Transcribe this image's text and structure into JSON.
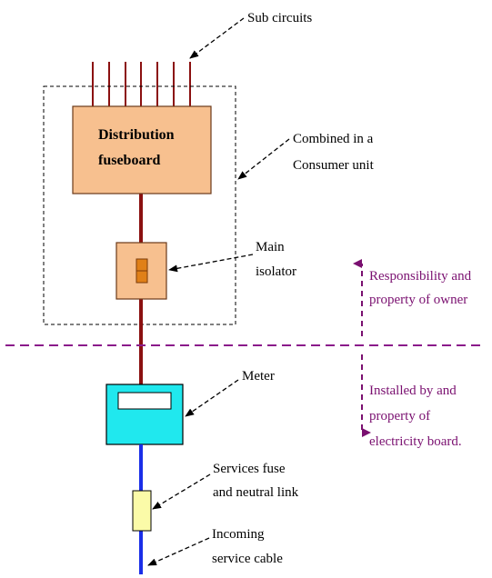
{
  "diagram": {
    "labels": {
      "sub_circuits": "Sub circuits",
      "distribution_fuseboard_line1": "Distribution",
      "distribution_fuseboard_line2": "fuseboard",
      "consumer_unit_line1": "Combined in a",
      "consumer_unit_line2": "Consumer unit",
      "main_isolator_line1": "Main",
      "main_isolator_line2": "isolator",
      "meter": "Meter",
      "services_fuse_line1": "Services fuse",
      "services_fuse_line2": "and neutral link",
      "incoming_cable_line1": "Incoming",
      "incoming_cable_line2": "service cable"
    },
    "zones": {
      "owner_line1": "Responsibility and",
      "owner_line2": "property of owner",
      "board_line1": "Installed by and",
      "board_line2": "property of",
      "board_line3": "electricity board."
    },
    "colors": {
      "fuseboard_fill": "#f7c08f",
      "meter_fill": "#20e8ee",
      "fuse_fill": "#fbfba8",
      "owner_wire": "#8b1010",
      "service_wire": "#1a2ee8",
      "boundary_line": "#8a1a8a",
      "zone_text": "#7a1070"
    }
  }
}
